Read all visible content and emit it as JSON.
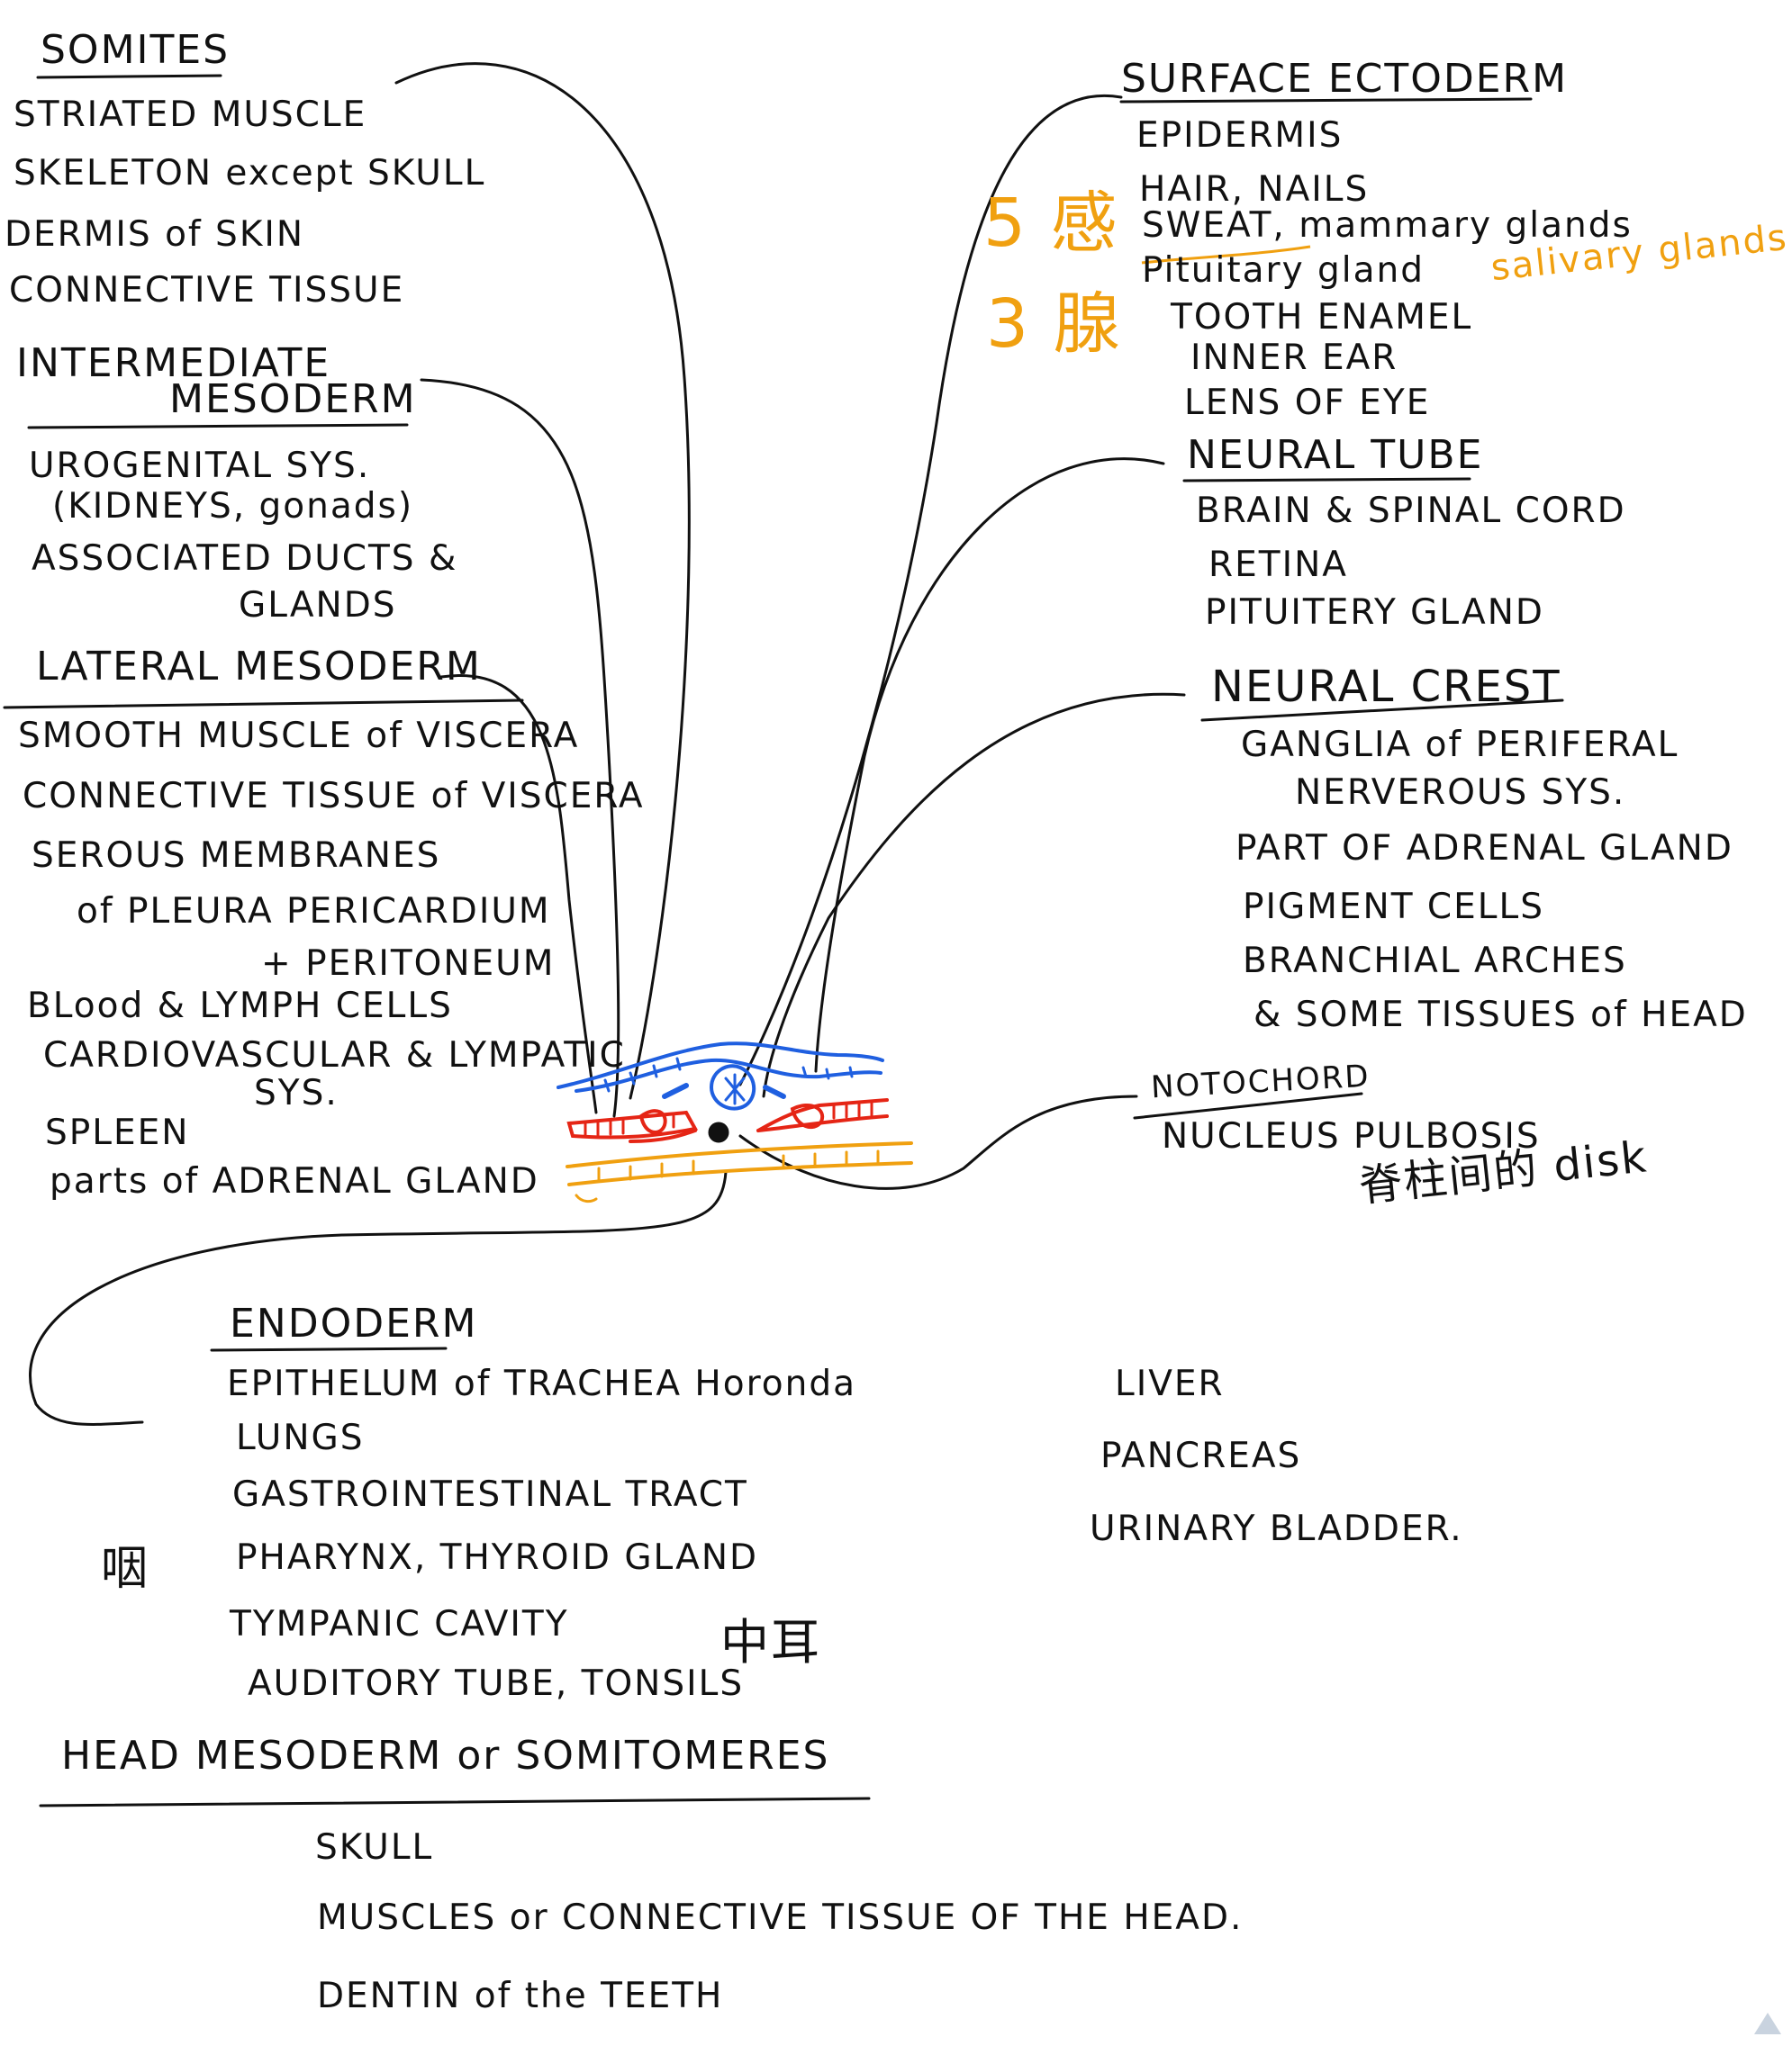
{
  "somites": {
    "title": "SOMITES",
    "items": [
      "STRIATED MUSCLE",
      "SKELETON except SKULL",
      "DERMIS of SKIN",
      "CONNECTIVE TISSUE"
    ]
  },
  "intermediate_mesoderm": {
    "title_1": "INTERMEDIATE",
    "title_2": "MESODERM",
    "items": [
      "UROGENITAL SYS.",
      "(KIDNEYS, gonads)",
      "ASSOCIATED DUCTS &",
      "GLANDS"
    ]
  },
  "lateral_mesoderm": {
    "title": "LATERAL MESODERM",
    "items": [
      "SMOOTH MUSCLE of VISCERA",
      "CONNECTIVE TISSUE of VISCERA",
      "SEROUS MEMBRANES",
      "of PLEURA PERICARDIUM",
      "+ PERITONEUM",
      "BLood & LYMPH CELLS",
      "CARDIOVASCULAR & LYMPATIC",
      "SYS.",
      "SPLEEN",
      "parts of ADRENAL GLAND"
    ]
  },
  "surface_ectoderm": {
    "title": "SURFACE ECTODERM",
    "items": [
      "EPIDERMIS",
      "HAIR, NAILS",
      "SWEAT, mammary glands",
      "Pituitary gland",
      "TOOTH ENAMEL",
      "INNER EAR",
      "LENS OF EYE"
    ],
    "note_salivary": "salivary glands",
    "note_senses": "5 感",
    "note_glands": "3 腺"
  },
  "neural_tube": {
    "title": "NEURAL TUBE",
    "items": [
      "BRAIN & SPINAL CORD",
      "RETINA",
      "PITUITERY GLAND"
    ]
  },
  "neural_crest": {
    "title": "NEURAL CREST",
    "items": [
      "GANGLIA of PERIFERAL",
      "NERVEROUS SYS.",
      "PART OF ADRENAL GLAND",
      "PIGMENT CELLS",
      "BRANCHIAL ARCHES",
      "& SOME TISSUES of HEAD"
    ]
  },
  "notochord": {
    "title": "NOTOCHORD",
    "items": [
      "NUCLEUS PULBOSIS"
    ],
    "note": "脊柱间的 disk"
  },
  "endoderm": {
    "title": "ENDODERM",
    "items": [
      "EPITHELUM of TRACHEA Horonda",
      "LUNGS",
      "GASTROINTESTINAL TRACT",
      "PHARYNX, THYROID GLAND",
      "TYMPANIC CAVITY",
      "AUDITORY TUBE, TONSILS"
    ],
    "items_right": [
      "LIVER",
      "PANCREAS",
      "URINARY BLADDER."
    ],
    "note_pharynx": "咽",
    "note_tympanic": "中耳"
  },
  "head_mesoderm": {
    "title": "HEAD MESODERM or SOMITOMERES",
    "items": [
      "SKULL",
      "MUSCLES or CONNECTIVE TISSUE OF THE HEAD.",
      "DENTIN of the TEETH"
    ]
  },
  "colors": {
    "ink": "#111111",
    "ectoderm_blue": "#1f5fe0",
    "mesoderm_red": "#e52515",
    "endoderm_orange": "#f0a010",
    "annotation_orange": "#f0a010"
  }
}
